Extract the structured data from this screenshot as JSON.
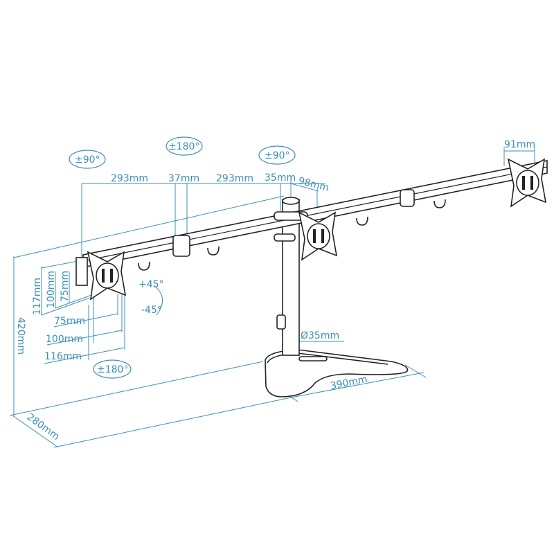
{
  "colors": {
    "dimension": "#3b8fba",
    "product": "#222222",
    "background": "#ffffff"
  },
  "rotation_labels": {
    "left_tilt": "±90°",
    "middle_swivel": "±180°",
    "center_tilt": "±90°",
    "bottom_swivel": "±180°"
  },
  "tilt": {
    "up": "+45°",
    "down": "-45°"
  },
  "top_dimensions": {
    "left_arm": "293mm",
    "joint": "37mm",
    "right_arm": "293mm",
    "pole_offset": "35mm",
    "plate_depth": "98mm",
    "right_plate": "91mm"
  },
  "vesa_vertical": {
    "outer": "117mm",
    "mid": "100mm",
    "inner": "75mm"
  },
  "vesa_horizontal": {
    "inner": "75mm",
    "mid": "100mm",
    "outer": "116mm"
  },
  "pole_diameter": "Ø35mm",
  "overall": {
    "height": "420mm",
    "depth": "280mm",
    "base_width": "390mm"
  }
}
